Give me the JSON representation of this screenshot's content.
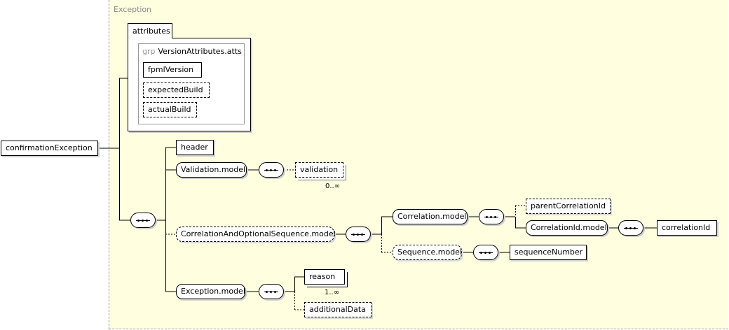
{
  "region": {
    "label": "Exception"
  },
  "root": {
    "label": "confirmationException"
  },
  "attributes": {
    "tab_label": "attributes",
    "group_keyword": "grp",
    "group_name": "VersionAttributes.atts",
    "items": [
      "fpmlVersion",
      "expectedBuild",
      "actualBuild"
    ]
  },
  "nodes": {
    "header": "header",
    "validation_model": "Validation.model",
    "validation": "validation",
    "validation_card": "0..∞",
    "corr_seq_model": "CorrelationAndOptionalSequence.model",
    "correlation_model": "Correlation.model",
    "parent_correlation_id": "parentCorrelationId",
    "correlation_id_model": "CorrelationId.model",
    "correlation_id": "correlationId",
    "sequence_model": "Sequence.model",
    "sequence_number": "sequenceNumber",
    "exception_model": "Exception.model",
    "reason": "reason",
    "reason_card": "1..∞",
    "additional_data": "additionalData"
  }
}
